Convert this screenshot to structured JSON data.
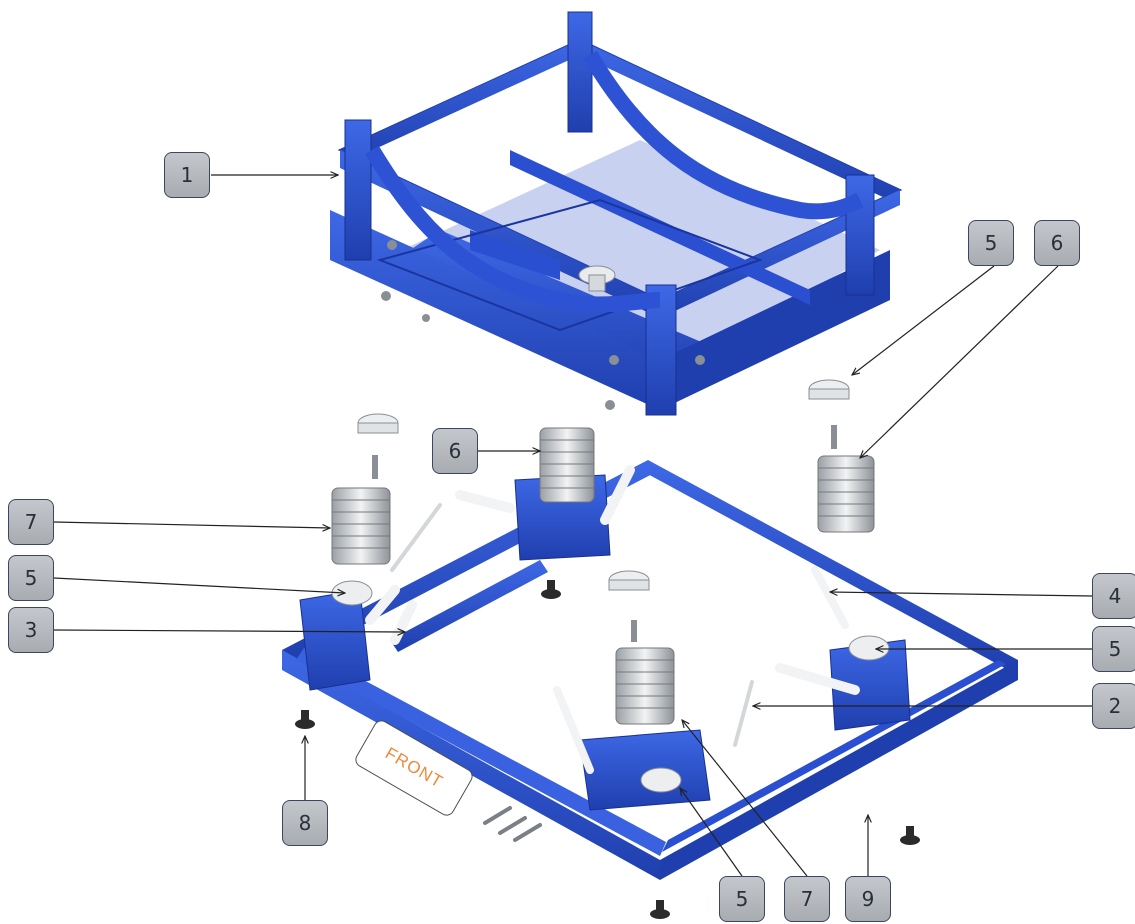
{
  "callouts": [
    {
      "id": "1",
      "label": "1"
    },
    {
      "id": "5-upper-right",
      "label": "5"
    },
    {
      "id": "6-upper-right",
      "label": "6"
    },
    {
      "id": "6-center",
      "label": "6"
    },
    {
      "id": "7-left",
      "label": "7"
    },
    {
      "id": "5-left",
      "label": "5"
    },
    {
      "id": "3",
      "label": "3"
    },
    {
      "id": "4",
      "label": "4"
    },
    {
      "id": "5-right",
      "label": "5"
    },
    {
      "id": "2",
      "label": "2"
    },
    {
      "id": "8",
      "label": "8"
    },
    {
      "id": "5-bottom",
      "label": "5"
    },
    {
      "id": "7-bottom",
      "label": "7"
    },
    {
      "id": "9",
      "label": "9"
    }
  ],
  "front_tag": "FRONT",
  "colors": {
    "frame_blue": "#2f57d6",
    "frame_dark": "#1c37a0",
    "spring_silver": "#c9cdd2",
    "label_fill": "#b6b9bd",
    "label_border": "#3c4660",
    "front_text": "#f0883a"
  }
}
